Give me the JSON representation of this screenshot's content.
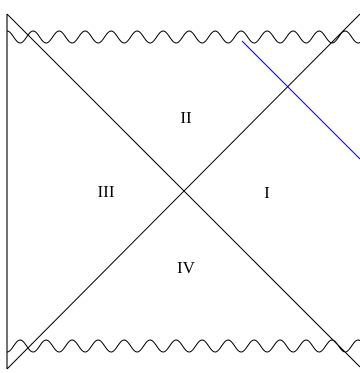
{
  "diagram": {
    "regions": [
      {
        "id": "II",
        "label": "II"
      },
      {
        "id": "III",
        "label": "III"
      },
      {
        "id": "I",
        "label": "I"
      },
      {
        "id": "IV",
        "label": "IV"
      }
    ],
    "colors": {
      "background": "#ffffff",
      "line": "#000000",
      "light_ray": "#0000ff"
    }
  }
}
